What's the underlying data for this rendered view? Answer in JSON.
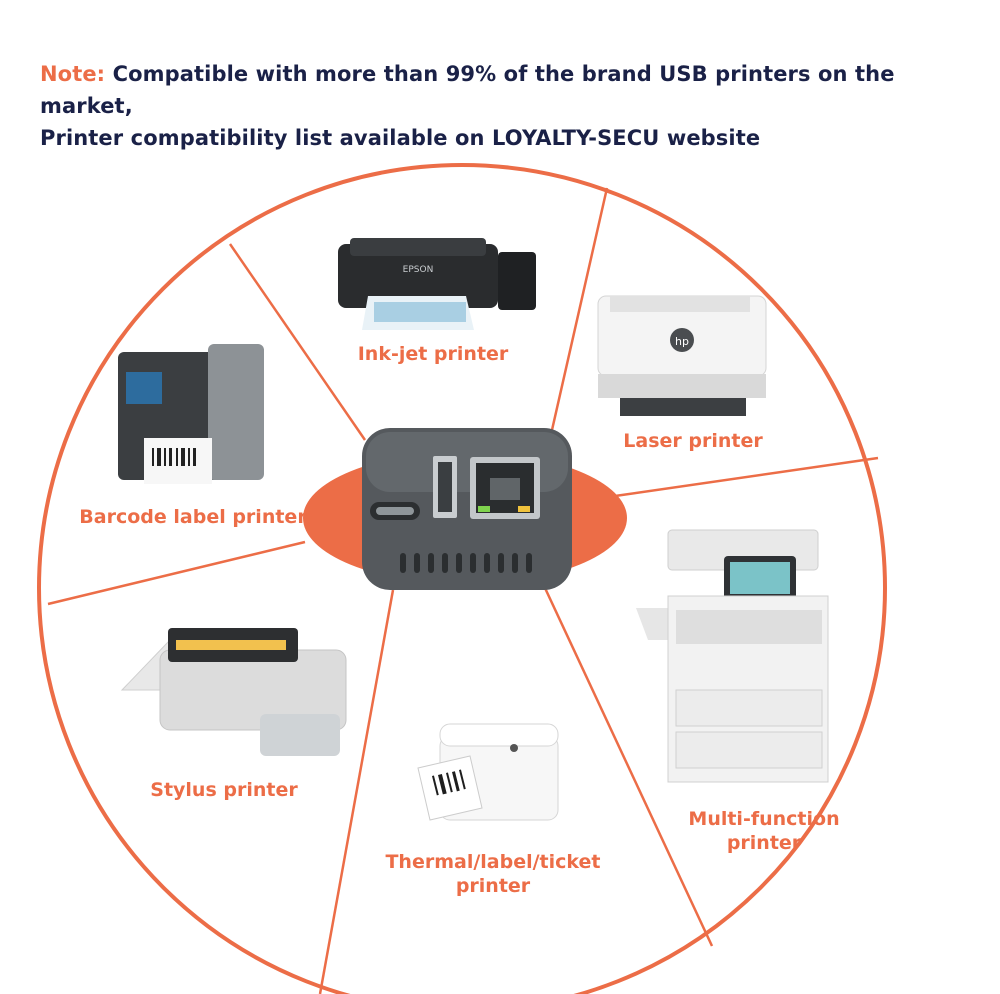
{
  "note": {
    "lead": "Note:",
    "line1": "Compatible with more than 99% of the brand USB printers on the market,",
    "line2": "Printer compatibility list available on LOYALTY-SECU website"
  },
  "colors": {
    "accent": "#ec6d47",
    "text": "#1a2147",
    "device": "#5a5f63"
  },
  "device": {
    "brand_on_inkjet": "EPSON",
    "brand_on_laser": "hp"
  },
  "segments": [
    {
      "name": "inkjet",
      "label": "Ink-jet printer"
    },
    {
      "name": "laser",
      "label": "Laser printer"
    },
    {
      "name": "barcode",
      "label": "Barcode label printer"
    },
    {
      "name": "mfp",
      "label_line1": "Multi-function",
      "label_line2": "printer"
    },
    {
      "name": "stylus",
      "label": "Stylus printer"
    },
    {
      "name": "thermal",
      "label_line1": "Thermal/label/ticket",
      "label_line2": "printer"
    }
  ]
}
